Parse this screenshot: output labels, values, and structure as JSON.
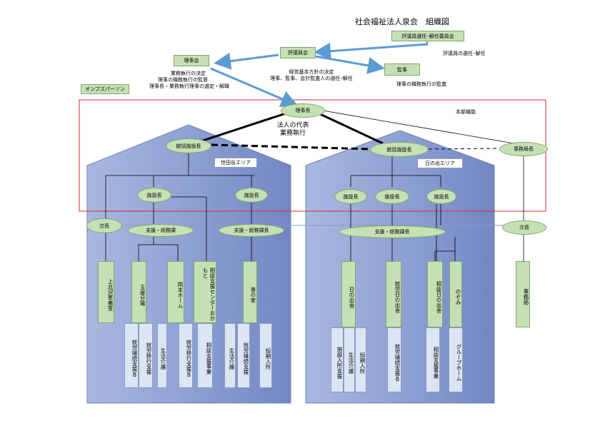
{
  "title": "社会福祉法人泉会　組織図",
  "nodes": {
    "hyogiin_senin": "評議員選任･解任委員会",
    "hyogiinkai": "評議員会",
    "rijikai": "理事会",
    "kanji": "監事",
    "ombudsperson": "オンブズパーソン",
    "rijicho": "理事長",
    "honbu": "本部機能",
    "tokatsu_left": "統括施設長",
    "tokatsu_right": "統括施設長",
    "jimukyokucho": "事務局長",
    "setagaya_area": "世田谷エリア",
    "hinode_area": "日の出エリア",
    "shisetsucho_l1": "施設長",
    "shisetsucho_l2": "施設長",
    "shisetsucho_r1": "施設長",
    "shisetsucho_r2": "施設長",
    "shisetsucho_r3": "施設長",
    "jicho_left": "次長",
    "jicho_right": "次長",
    "shien_l1": "支援・総務課",
    "shien_l2": "支援・総務課長",
    "shien_r": "支援・総務課長"
  },
  "notes": {
    "hyogiin_role": "評議員の選任･解任",
    "rijikai_roles": [
      "業務執行の決定",
      "理事の職務執行の監督",
      "理事長・業務執行理事の選定・解職"
    ],
    "hyogiinkai_roles": [
      "経営基本方針の決定",
      "理事、監事、会計監査人の選任･解任"
    ],
    "kanji_role": "理事の職務執行の監査",
    "rijicho_role": [
      "法人の代表",
      "業務執行"
    ]
  },
  "facilities": [
    {
      "key": "kamikitazawa",
      "label": "上北沢準備室"
    },
    {
      "key": "tamazutsumi",
      "label": "玉堤分場"
    },
    {
      "key": "okamoto",
      "label": "岡本ホーム"
    },
    {
      "key": "okamoto_center",
      "label": "相談支援センターおかもと"
    },
    {
      "key": "izumi",
      "label": "泉の家"
    },
    {
      "key": "hinode",
      "label": "日の出舎"
    },
    {
      "key": "shuro_hinode",
      "label": "就労日の出舎"
    },
    {
      "key": "sodan_hinode",
      "label": "相談日の出舎"
    },
    {
      "key": "nozomi",
      "label": "のぞみ"
    },
    {
      "key": "jimukyoku",
      "label": "事務局"
    }
  ],
  "services": [
    {
      "key": "s1",
      "label": "就労継続支援B"
    },
    {
      "key": "s2",
      "label": "就労移行支援"
    },
    {
      "key": "s3",
      "label": "生活介護"
    },
    {
      "key": "s4",
      "label": "就労移行支援B"
    },
    {
      "key": "s5",
      "label": "相談支援事業"
    },
    {
      "key": "s6",
      "label": "生活介護"
    },
    {
      "key": "s7",
      "label": "就労継続支援"
    },
    {
      "key": "s8",
      "label": "短期入所"
    },
    {
      "key": "s9",
      "label": "施設入所支援"
    },
    {
      "key": "s10",
      "label": "生活介護"
    },
    {
      "key": "s11",
      "label": "短期入所"
    },
    {
      "key": "s12",
      "label": "就労継続支援B"
    },
    {
      "key": "s13",
      "label": "相談支援事業"
    },
    {
      "key": "s14",
      "label": "グループホーム"
    }
  ],
  "colors": {
    "house_fill": "#8497cc",
    "node_fill": "#c5e0b4",
    "arrow": "#5b9bd5",
    "red_frame": "#d9262b"
  }
}
